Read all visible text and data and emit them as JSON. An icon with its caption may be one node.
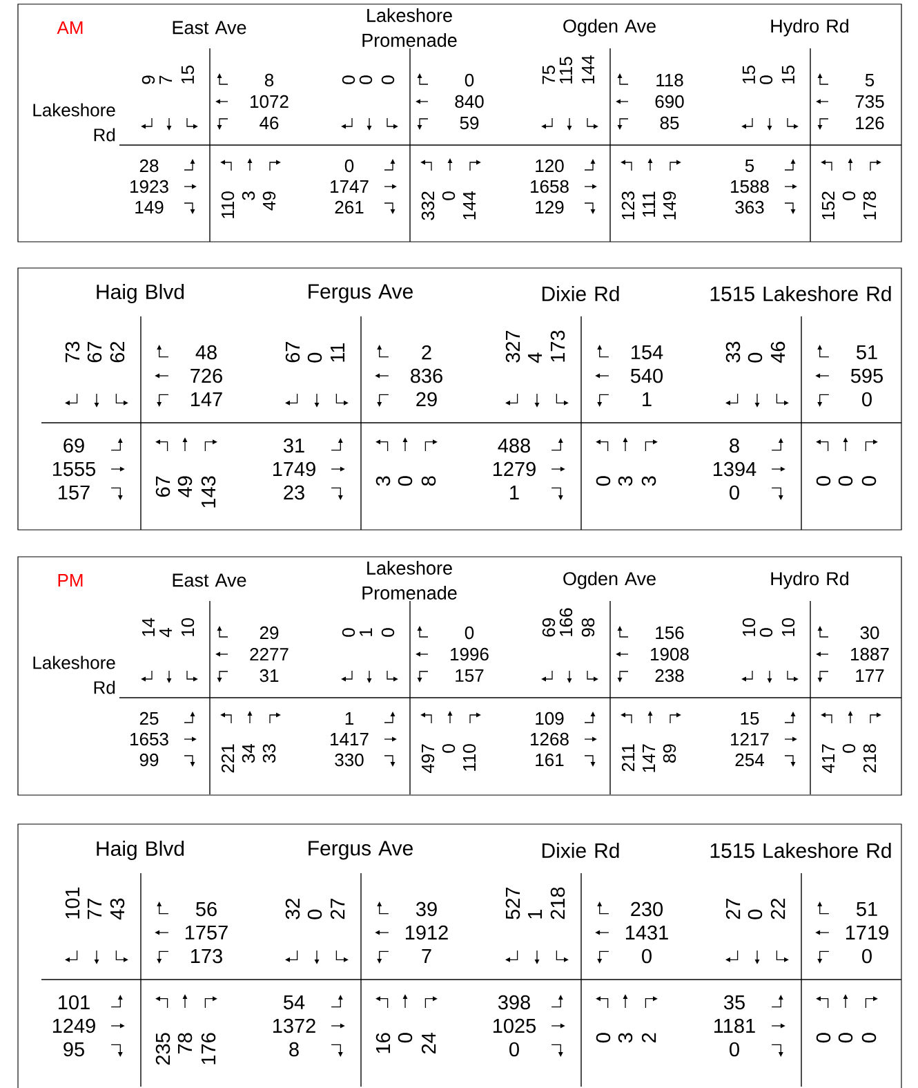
{
  "diagram": {
    "labels": [
      "AM",
      "East Ave",
      "Lakeshore Promenade",
      "Ogden Ave",
      "Hydro Rd",
      "Lakeshore Rd",
      "9",
      "7",
      "15",
      "8",
      "1072",
      "46",
      "28",
      "1923",
      "149",
      "110",
      "3",
      "49",
      "0",
      "0",
      "0",
      "0",
      "840",
      "59",
      "0",
      "1747",
      "261",
      "332",
      "0",
      "144",
      "75",
      "115",
      "144",
      "118",
      "690",
      "85",
      "120",
      "1658",
      "129",
      "123",
      "111",
      "149",
      "15",
      "0",
      "15",
      "5",
      "735",
      "126",
      "5",
      "1588",
      "363",
      "152",
      "0",
      "178",
      "Haig Blvd",
      "Fergus Ave",
      "Dixie Rd",
      "1515 Lakeshore Rd",
      "73",
      "67",
      "62",
      "48",
      "726",
      "147",
      "69",
      "1555",
      "157",
      "67",
      "49",
      "143",
      "67",
      "0",
      "11",
      "2",
      "836",
      "29",
      "31",
      "1749",
      "23",
      "3",
      "0",
      "8",
      "327",
      "4",
      "173",
      "154",
      "540",
      "1",
      "488",
      "1279",
      "1",
      "0",
      "3",
      "3",
      "33",
      "0",
      "46",
      "51",
      "595",
      "0",
      "8",
      "1394",
      "0",
      "0",
      "0",
      "0",
      "PM",
      "East Ave",
      "Lakeshore Promenade",
      "Ogden Ave",
      "Hydro Rd",
      "Lakeshore Rd",
      "14",
      "4",
      "10",
      "29",
      "2277",
      "31",
      "25",
      "1653",
      "99",
      "221",
      "34",
      "33",
      "0",
      "1",
      "0",
      "0",
      "1996",
      "157",
      "1",
      "1417",
      "330",
      "497",
      "0",
      "110",
      "69",
      "166",
      "98",
      "156",
      "1908",
      "238",
      "109",
      "1268",
      "161",
      "211",
      "147",
      "89",
      "10",
      "0",
      "10",
      "30",
      "1887",
      "177",
      "15",
      "1217",
      "254",
      "417",
      "0",
      "218",
      "Haig Blvd",
      "Fergus Ave",
      "Dixie Rd",
      "1515 Lakeshore Rd",
      "101",
      "77",
      "43",
      "56",
      "1757",
      "173",
      "101",
      "1249",
      "95",
      "235",
      "78",
      "176",
      "32",
      "0",
      "27",
      "39",
      "1912",
      "7",
      "54",
      "1372",
      "8",
      "16",
      "0",
      "24",
      "527",
      "1",
      "218",
      "230",
      "1431",
      "0",
      "398",
      "1025",
      "0",
      "0",
      "3",
      "2",
      "27",
      "0",
      "22",
      "51",
      "1719",
      "0",
      "35",
      "1181",
      "0",
      "0",
      "0",
      "0"
    ]
  }
}
